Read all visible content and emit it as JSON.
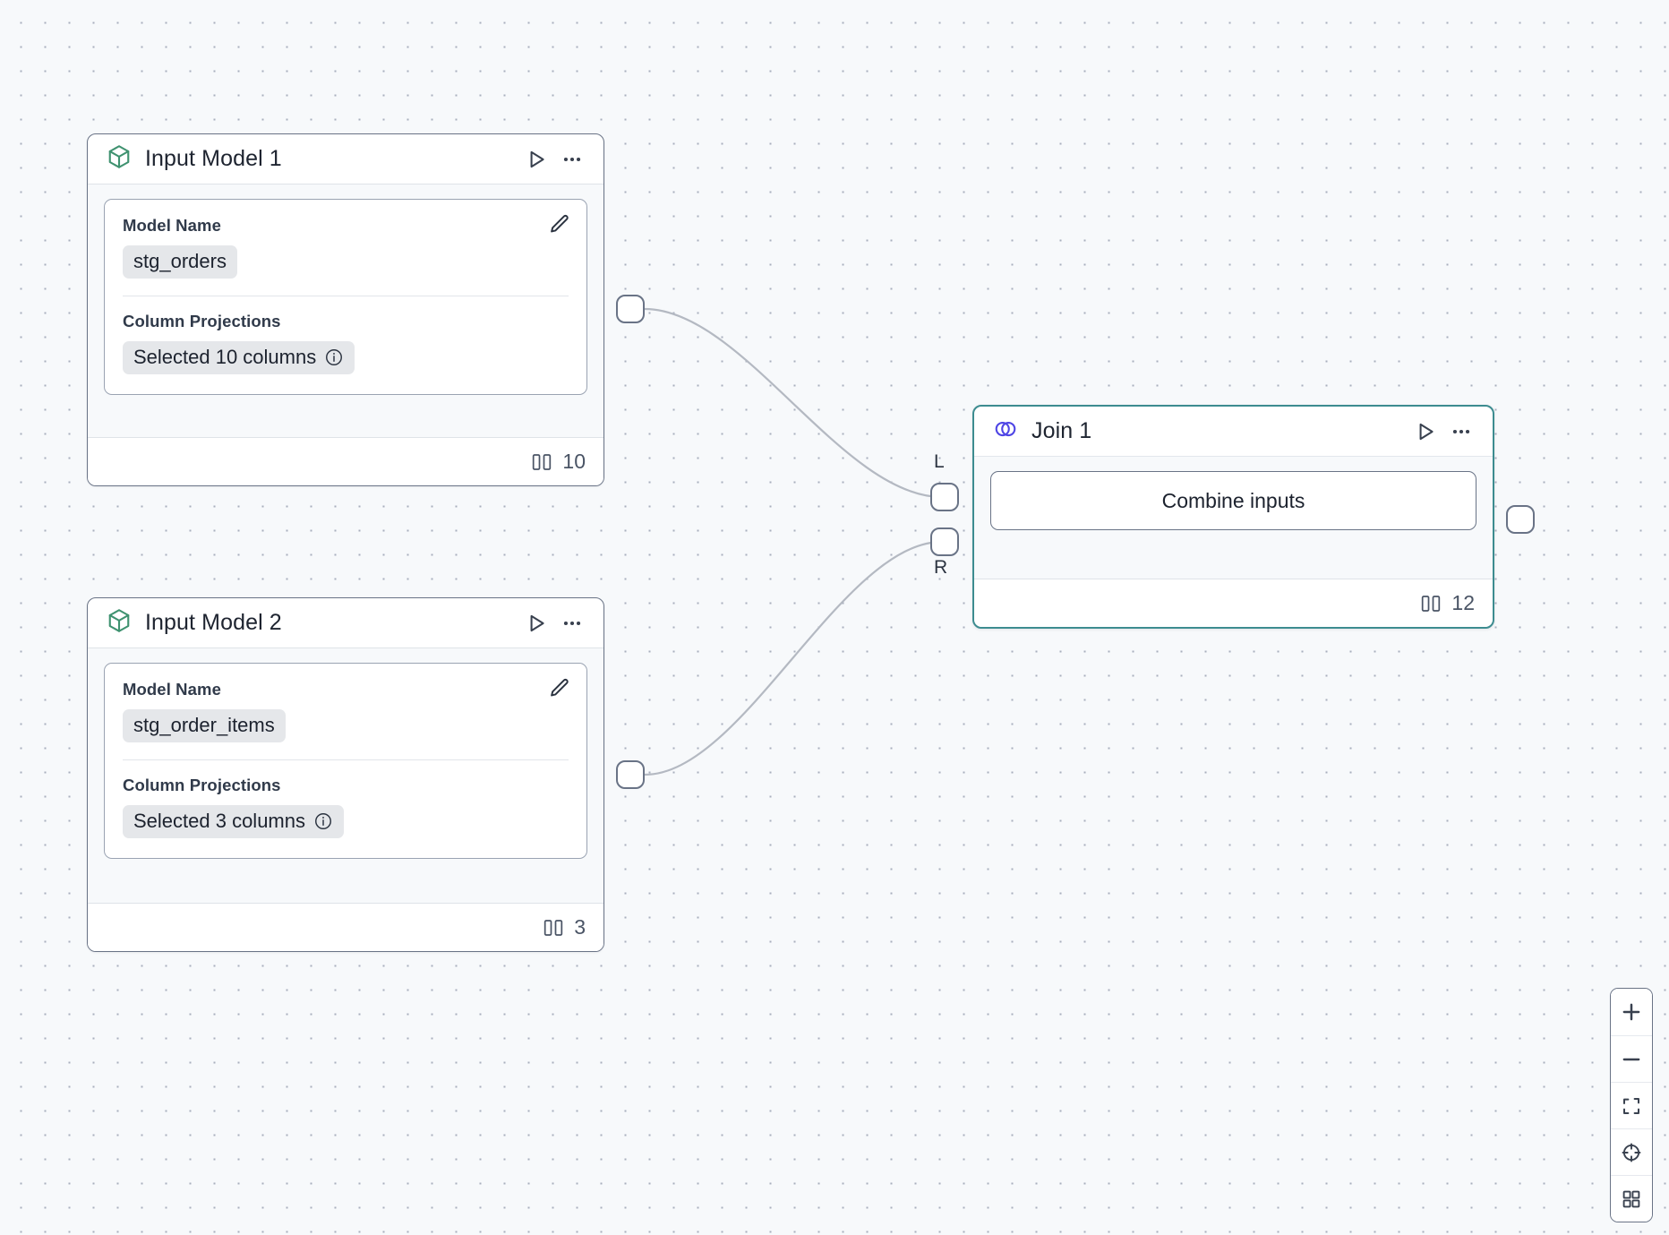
{
  "canvas": {
    "background_color": "#f7f9fb",
    "dot_color": "#a8afbd"
  },
  "colors": {
    "node_border": "#697386",
    "selected_border": "#3d8c90",
    "model_icon": "#3f9270",
    "join_icon": "#4f46e5",
    "pill_bg": "#e5e7ea",
    "text": "#1e2430"
  },
  "nodes": [
    {
      "id": "input-model-1",
      "title": "Input Model 1",
      "icon": "cube-icon",
      "selected": false,
      "fields": {
        "model_name_label": "Model Name",
        "model_name_value": "stg_orders",
        "column_projections_label": "Column Projections",
        "column_projections_value": "Selected 10 columns"
      },
      "footer_count": "10",
      "footer_icon": "columns-icon",
      "actions": {
        "run_label": "run-icon",
        "more_label": "more-options-icon"
      }
    },
    {
      "id": "input-model-2",
      "title": "Input Model 2",
      "icon": "cube-icon",
      "selected": false,
      "fields": {
        "model_name_label": "Model Name",
        "model_name_value": "stg_order_items",
        "column_projections_label": "Column Projections",
        "column_projections_value": "Selected 3 columns"
      },
      "footer_count": "3",
      "footer_icon": "columns-icon",
      "actions": {
        "run_label": "run-icon",
        "more_label": "more-options-icon"
      }
    },
    {
      "id": "join-1",
      "title": "Join 1",
      "icon": "join-venn-icon",
      "selected": true,
      "combine_label": "Combine inputs",
      "footer_count": "12",
      "footer_icon": "columns-icon",
      "input_handles": [
        {
          "id": "left",
          "label": "L"
        },
        {
          "id": "right",
          "label": "R"
        }
      ]
    }
  ],
  "controls": [
    {
      "id": "zoom-in",
      "icon": "plus-icon"
    },
    {
      "id": "zoom-out",
      "icon": "minus-icon"
    },
    {
      "id": "fit-view",
      "icon": "fit-view-icon"
    },
    {
      "id": "lock-viewport",
      "icon": "crosshair-icon"
    },
    {
      "id": "toggle-minimap",
      "icon": "grid-icon"
    }
  ]
}
